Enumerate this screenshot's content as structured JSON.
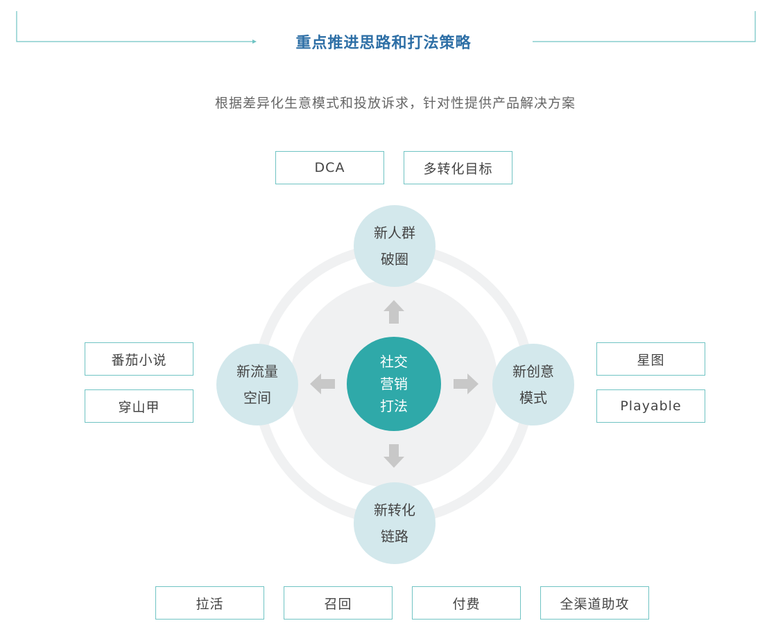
{
  "header": {
    "title": "重点推进思路和打法策略",
    "subtitle": "根据差异化生意模式和投放诉求，针对性提供产品解决方案"
  },
  "diagram": {
    "center": {
      "line1": "社交",
      "line2": "营销",
      "line3": "打法"
    },
    "nodes": {
      "top": {
        "line1": "新人群",
        "line2": "破圈"
      },
      "left": {
        "line1": "新流量",
        "line2": "空间"
      },
      "right": {
        "line1": "新创意",
        "line2": "模式"
      },
      "bottom": {
        "line1": "新转化",
        "line2": "链路"
      }
    },
    "tags": {
      "top": [
        "DCA",
        "多转化目标"
      ],
      "left": [
        "番茄小说",
        "穿山甲"
      ],
      "right": [
        "星图",
        "Playable"
      ],
      "bottom": [
        "拉活",
        "召回",
        "付费",
        "全渠道助攻"
      ]
    }
  },
  "colors": {
    "title": "#2e6fa6",
    "accent_teal": "#2fa9a9",
    "node_fill": "#d3e8ec",
    "tag_border": "#6fc3c3",
    "ring": "#f0f1f2",
    "arrow": "#c8c8c8"
  }
}
